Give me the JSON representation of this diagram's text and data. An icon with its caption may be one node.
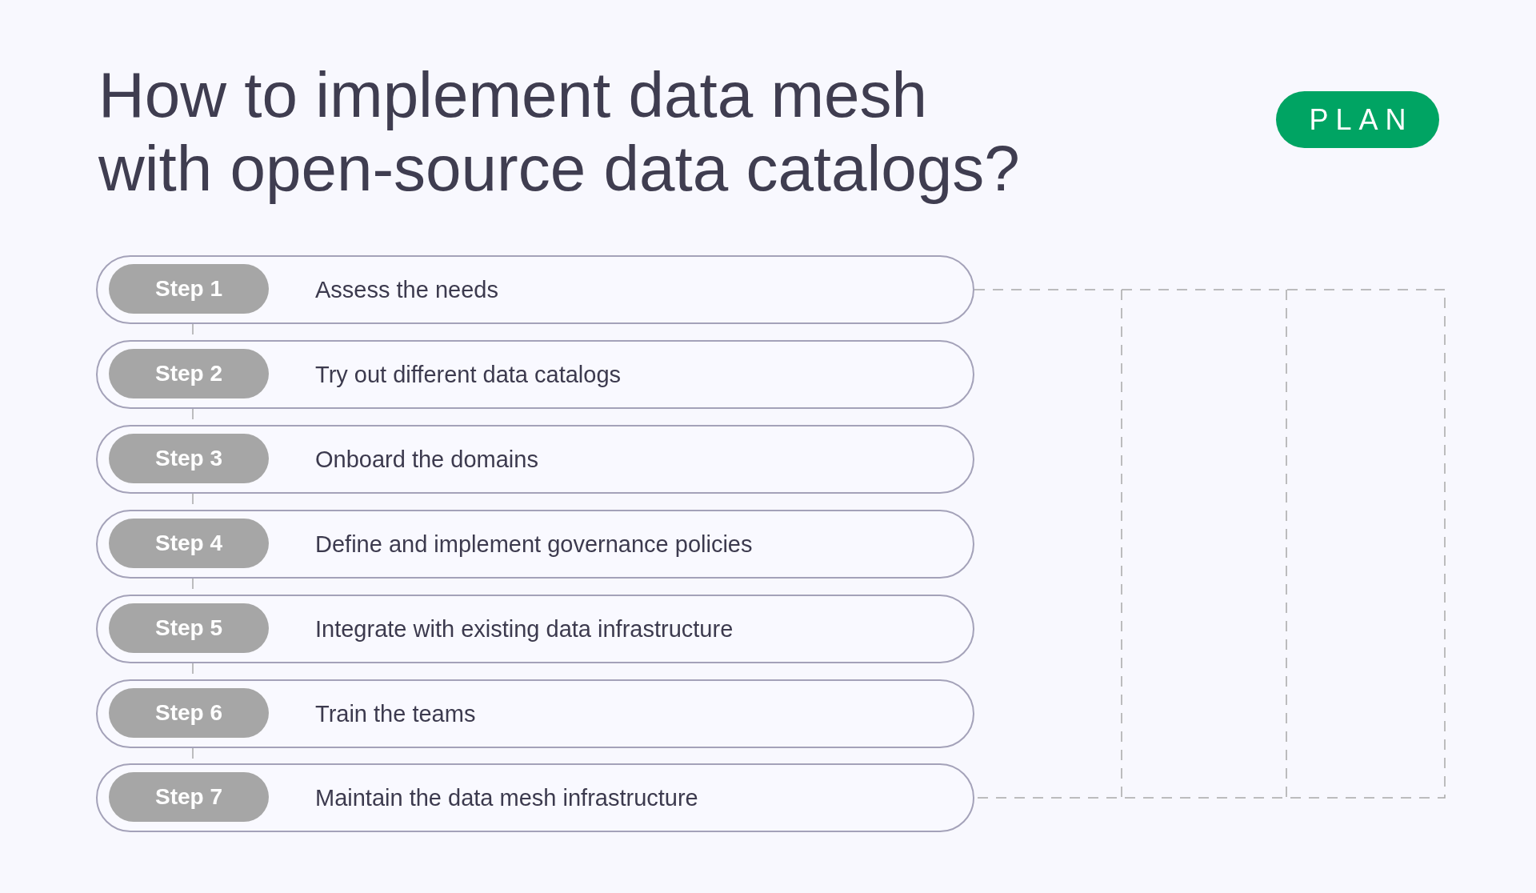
{
  "diagram": {
    "title": "How to implement data mesh with open-source data catalogs?",
    "nodes": [
      {
        "text": [
          "PLAN"
        ]
      },
      {
        "text": [
          "Assess the needs"
        ]
      },
      {
        "text": [
          "Step 1"
        ],
        "in": 1
      },
      {
        "text": [
          "Try out different data catalogs"
        ]
      },
      {
        "text": [
          "Step 2"
        ],
        "in": 3
      },
      {
        "text": [
          "Onboard the domains"
        ]
      },
      {
        "text": [
          "Step 3"
        ],
        "in": 5
      },
      {
        "text": [
          "Define and implement governance policies"
        ]
      },
      {
        "text": [
          "Step 4"
        ],
        "in": 7
      },
      {
        "text": [
          "Integrate with existing data infrastructure"
        ]
      },
      {
        "text": [
          "Step 5"
        ],
        "in": 9
      },
      {
        "text": [
          "Train the teams"
        ]
      },
      {
        "text": [
          "Step 6"
        ],
        "in": 11
      },
      {
        "text": [
          "Maintain the data mesh infrastructure"
        ]
      },
      {
        "text": [
          "Step 7"
        ],
        "in": 13
      }
    ],
    "edges": [
      {
        "from": 1,
        "to": 3,
        "arrow": "none",
        "style": "dashed"
      },
      {
        "from": 3,
        "to": 5,
        "arrow": "none",
        "style": "dashed"
      },
      {
        "from": 5,
        "to": 7,
        "arrow": "none",
        "style": "dashed"
      },
      {
        "from": 7,
        "to": 9,
        "arrow": "none",
        "style": "dashed"
      },
      {
        "from": 9,
        "to": 11,
        "arrow": "none",
        "style": "dashed"
      },
      {
        "from": 11,
        "to": 13,
        "arrow": "none",
        "style": "dashed"
      },
      {
        "from": 1,
        "to": 13,
        "arrow": "none",
        "style": "dashed"
      }
    ]
  }
}
